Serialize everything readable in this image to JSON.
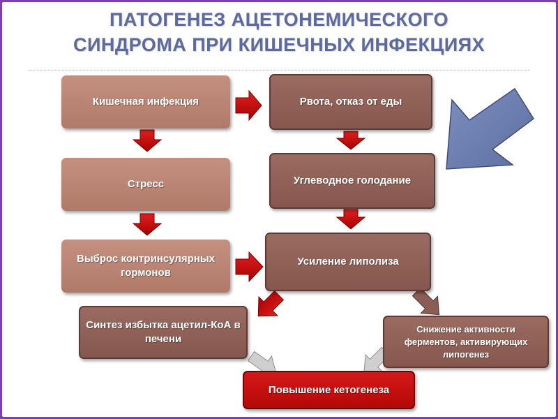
{
  "title": {
    "line1": "ПАТОГЕНЕЗ АЦЕТОНЕМИЧЕСКОГО",
    "line2": "СИНДРОМА ПРИ КИШЕЧНЫХ  ИНФЕКЦИЯХ"
  },
  "nodes": {
    "intestinal_infection": "Кишечная инфекция",
    "stress": "Стресс",
    "hormones_release": "Выброс контринсулярных гормонов",
    "acetyl_coa_synthesis": "Синтез избытка ацетил-КоА в печени",
    "vomiting": "Рвота, отказ от еды",
    "carb_starvation": "Углеводное голодание",
    "lipolysis": "Усиление липолиза",
    "enzyme_decrease": "Снижение активности ферментов, активирующих липогенез",
    "ketogenesis": "Повышение кетогенеза"
  },
  "colors": {
    "frame": "#7b3fb3",
    "title": "#5c6aa0",
    "pink_box": "#b9826f",
    "brown_box": "#8f6057",
    "red_box": "#c40f0f",
    "red_arrow": "#c00000",
    "blue_arrow": "#6d7fb0",
    "gray_arrow": "#c8c8c8"
  }
}
